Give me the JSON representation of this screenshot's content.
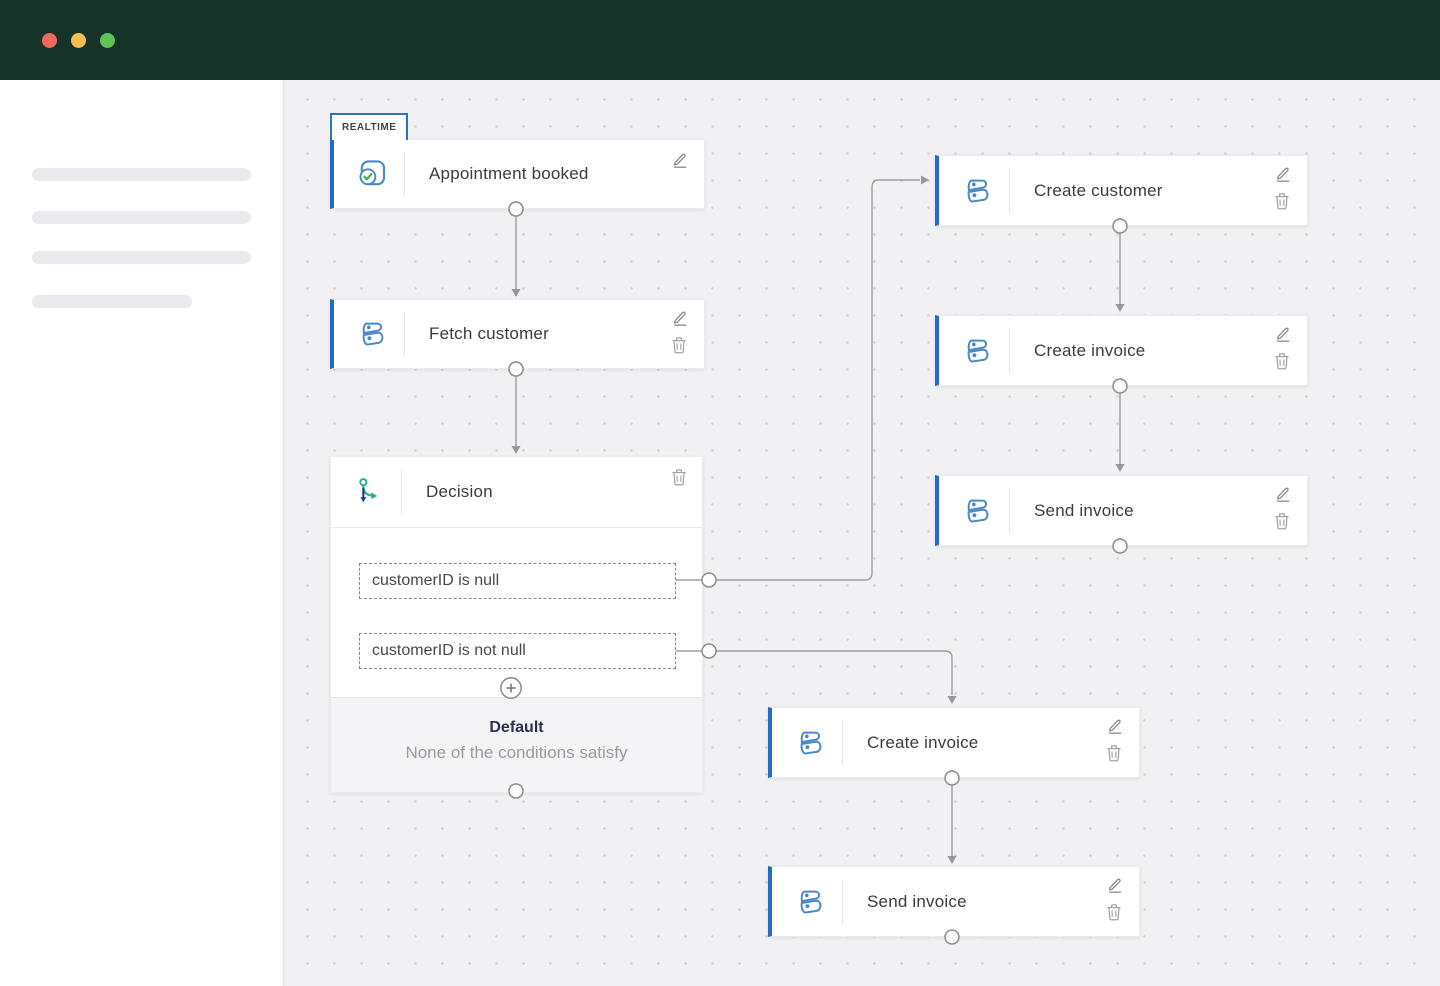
{
  "flow": {
    "badge_label": "REALTIME",
    "trigger": {
      "title": "Appointment booked",
      "icon": "zoho-bookings"
    },
    "fetch_customer": {
      "title": "Fetch customer",
      "icon": "zoho-books"
    },
    "decision": {
      "title": "Decision",
      "icon": "branch",
      "conditions": [
        "customerID is null",
        "customerID is not null"
      ],
      "default_title": "Default",
      "default_subtitle": "None of the conditions satisfy"
    },
    "create_customer": {
      "title": "Create customer",
      "icon": "zoho-books"
    },
    "create_invoice_a": {
      "title": "Create invoice",
      "icon": "zoho-books"
    },
    "send_invoice_a": {
      "title": "Send invoice",
      "icon": "zoho-books"
    },
    "create_invoice_b": {
      "title": "Create invoice",
      "icon": "zoho-books"
    },
    "send_invoice_b": {
      "title": "Send invoice",
      "icon": "zoho-books"
    }
  },
  "colors": {
    "header_bg": "#16332a",
    "accent_blue": "#1e6ec2",
    "icon_blue": "#4a89c8",
    "branch_green": "#27b082",
    "branch_navy": "#2c3c96",
    "check_green": "#3daf51",
    "connector_gray": "#9e9ea2",
    "canvas_bg": "#f1f1f4",
    "light_red": "#ee6a5f",
    "light_yellow": "#f5c04f",
    "light_green": "#5fc454"
  }
}
